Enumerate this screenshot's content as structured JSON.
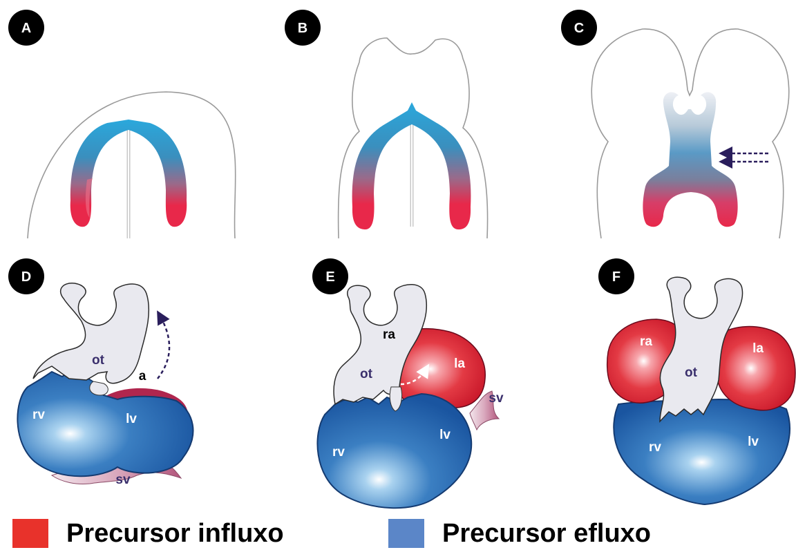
{
  "panels": {
    "a": {
      "badge": "A"
    },
    "b": {
      "badge": "B"
    },
    "c": {
      "badge": "C"
    },
    "d": {
      "badge": "D",
      "labels": {
        "ot": "ot",
        "a": "a",
        "rv": "rv",
        "lv": "lv",
        "sv": "sv"
      }
    },
    "e": {
      "badge": "E",
      "labels": {
        "ra": "ra",
        "ot": "ot",
        "la": "la",
        "sv": "sv",
        "rv": "rv",
        "lv": "lv"
      }
    },
    "f": {
      "badge": "F",
      "labels": {
        "ra": "ra",
        "la": "la",
        "ot": "ot",
        "rv": "rv",
        "lv": "lv"
      }
    }
  },
  "legend": {
    "inflow": {
      "label": "Precursor influxo",
      "color": "#e8322b"
    },
    "outflow": {
      "label": "Precursor efluxo",
      "color": "#5b86c8"
    }
  },
  "colors": {
    "red": "#e8283f",
    "blue": "#2aa8dc",
    "navy": "#1f5aa3",
    "outflow_tract": "#e9e9ef",
    "arrow": "#2a1e5c"
  }
}
